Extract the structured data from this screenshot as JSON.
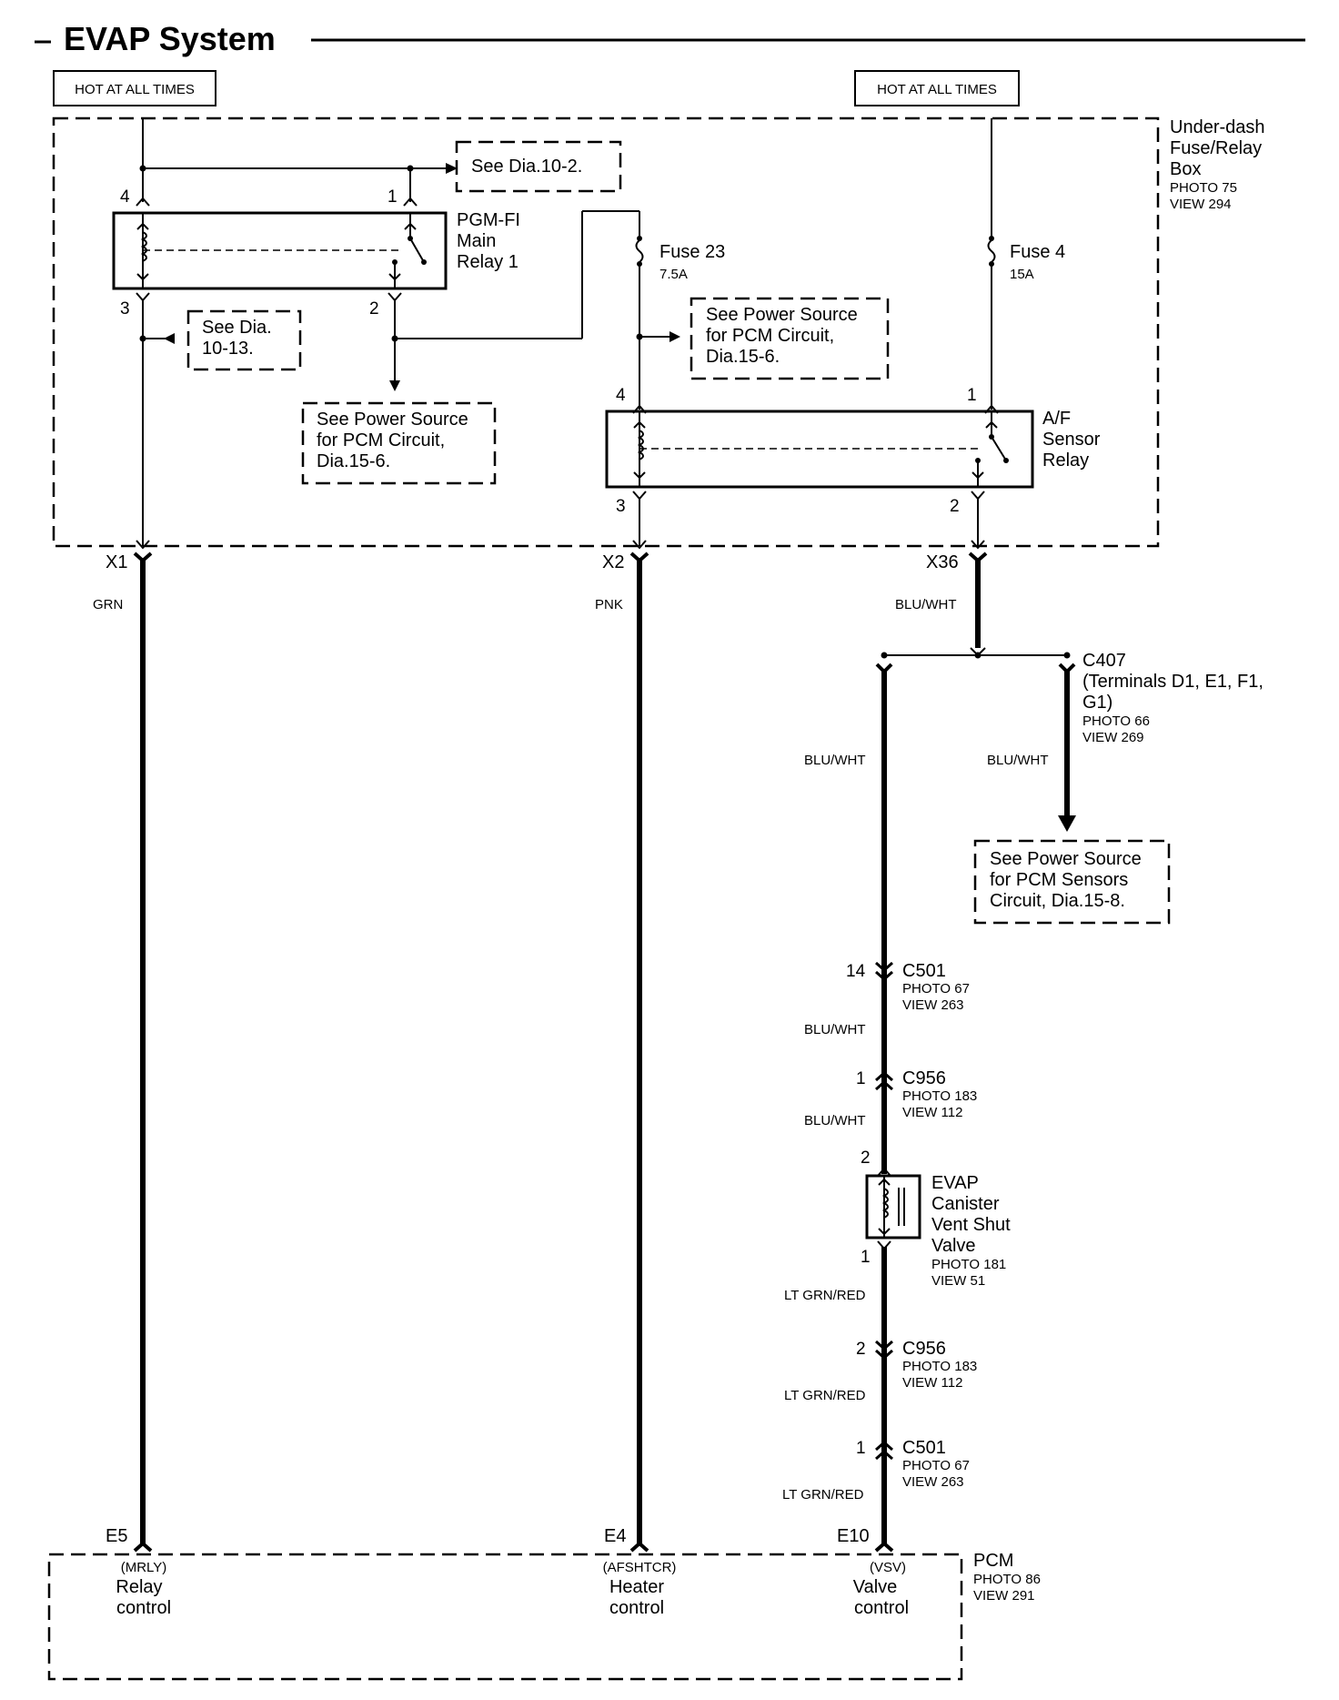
{
  "title": "EVAP System",
  "hot_left": "HOT AT ALL TIMES",
  "hot_right": "HOT AT ALL TIMES",
  "fuse_box": {
    "line1": "Under-dash",
    "line2": "Fuse/Relay",
    "line3": "Box",
    "photo": "PHOTO 75",
    "view": "VIEW 294"
  },
  "see_10_2": "See Dia.10-2.",
  "see_10_13": {
    "line1": "See Dia.",
    "line2": "10-13."
  },
  "see_pcm_left": {
    "line1": "See Power Source",
    "line2": "for PCM Circuit,",
    "line3": "Dia.15-6."
  },
  "see_pcm_mid": {
    "line1": "See Power Source",
    "line2": "for PCM Circuit,",
    "line3": "Dia.15-6."
  },
  "see_pcm_sensors": {
    "line1": "See Power Source",
    "line2": "for PCM Sensors",
    "line3": "Circuit, Dia.15-8."
  },
  "main_relay": {
    "line1": "PGM-FI",
    "line2": "Main",
    "line3": "Relay 1",
    "pin4": "4",
    "pin1": "1",
    "pin3": "3",
    "pin2": "2"
  },
  "fuse23": {
    "name": "Fuse 23",
    "rating": "7.5A"
  },
  "fuse4": {
    "name": "Fuse 4",
    "rating": "15A"
  },
  "af_relay": {
    "line1": "A/F",
    "line2": "Sensor",
    "line3": "Relay",
    "pin4": "4",
    "pin1": "1",
    "pin3": "3",
    "pin2": "2"
  },
  "terminals": {
    "x1": "X1",
    "x2": "X2",
    "x36": "X36",
    "e5": "E5",
    "e4": "E4",
    "e10": "E10"
  },
  "wires": {
    "grn": "GRN",
    "pnk": "PNK",
    "blu_wht_top": "BLU/WHT",
    "blu_wht_left": "BLU/WHT",
    "blu_wht_right": "BLU/WHT",
    "blu_wht_c501": "BLU/WHT",
    "blu_wht_c956": "BLU/WHT",
    "ltgrn_1": "LT GRN/RED",
    "ltgrn_2": "LT GRN/RED",
    "ltgrn_3": "LT GRN/RED"
  },
  "c407": {
    "line1": "C407",
    "line2": "(Terminals D1, E1, F1,",
    "line3": "G1)",
    "photo": "PHOTO 66",
    "view": "VIEW 269"
  },
  "c501_top": {
    "name": "C501",
    "pin": "14",
    "photo": "PHOTO 67",
    "view": "VIEW 263"
  },
  "c956_top": {
    "name": "C956",
    "pin": "1",
    "photo": "PHOTO 183",
    "view": "VIEW 112"
  },
  "valve": {
    "line1": "EVAP",
    "line2": "Canister",
    "line3": "Vent Shut",
    "line4": "Valve",
    "photo": "PHOTO 181",
    "view": "VIEW 51",
    "pin2": "2",
    "pin1": "1"
  },
  "c956_bot": {
    "name": "C956",
    "pin": "2",
    "photo": "PHOTO 183",
    "view": "VIEW 112"
  },
  "c501_bot": {
    "name": "C501",
    "pin": "1",
    "photo": "PHOTO 67",
    "view": "VIEW 263"
  },
  "pcm": {
    "name": "PCM",
    "photo": "PHOTO 86",
    "view": "VIEW 291",
    "relay_code": "(MRLY)",
    "relay_l1": "Relay",
    "relay_l2": "control",
    "heater_code": "(AFSHTCR)",
    "heater_l1": "Heater",
    "heater_l2": "control",
    "valve_code": "(VSV)",
    "valve_l1": "Valve",
    "valve_l2": "control"
  }
}
